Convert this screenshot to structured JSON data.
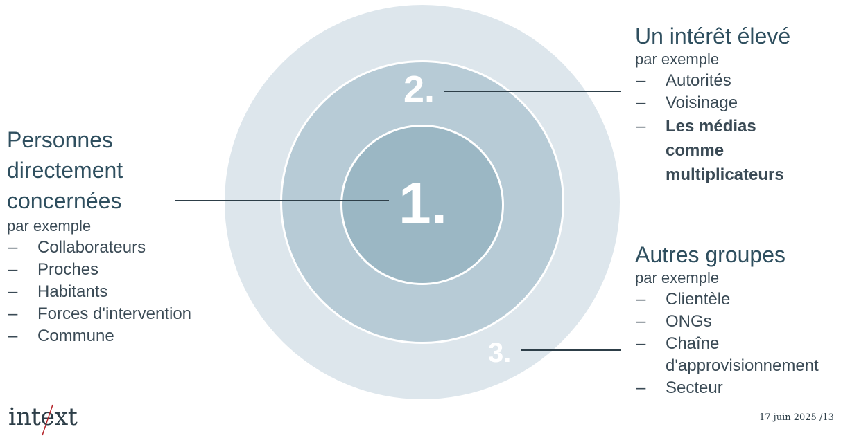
{
  "circles": {
    "inner_label": "1.",
    "middle_label": "2.",
    "outer_label": "3."
  },
  "groups": {
    "direct": {
      "title_lines": [
        "Personnes",
        "directement",
        "concernées"
      ],
      "sub": "par exemple",
      "items": [
        "Collaborateurs",
        "Proches",
        "Habitants",
        "Forces d'intervention",
        "Commune"
      ]
    },
    "interest": {
      "title": "Un intérêt élevé",
      "sub": "par exemple",
      "items": [
        "Autorités",
        "Voisinage"
      ],
      "bold_item_lines": [
        "Les médias",
        "comme",
        "multiplicateurs"
      ]
    },
    "others": {
      "title": "Autres groupes",
      "sub": "par exemple",
      "items": [
        "Clientèle",
        "ONGs"
      ],
      "wrapped_item_lines": [
        "Chaîne",
        "d'approvisionnement"
      ],
      "last_item": "Secteur"
    }
  },
  "dash": "–",
  "footer": {
    "logo": "intext",
    "date": "17 juin 2025 /13"
  },
  "colors": {
    "outer_ring": "#dde6ec",
    "middle_ring": "#b7cbd6",
    "inner_circle": "#9bb7c4",
    "title": "#2f4f5f",
    "text": "#3a4a55",
    "logo_slash": "#b5242a"
  }
}
